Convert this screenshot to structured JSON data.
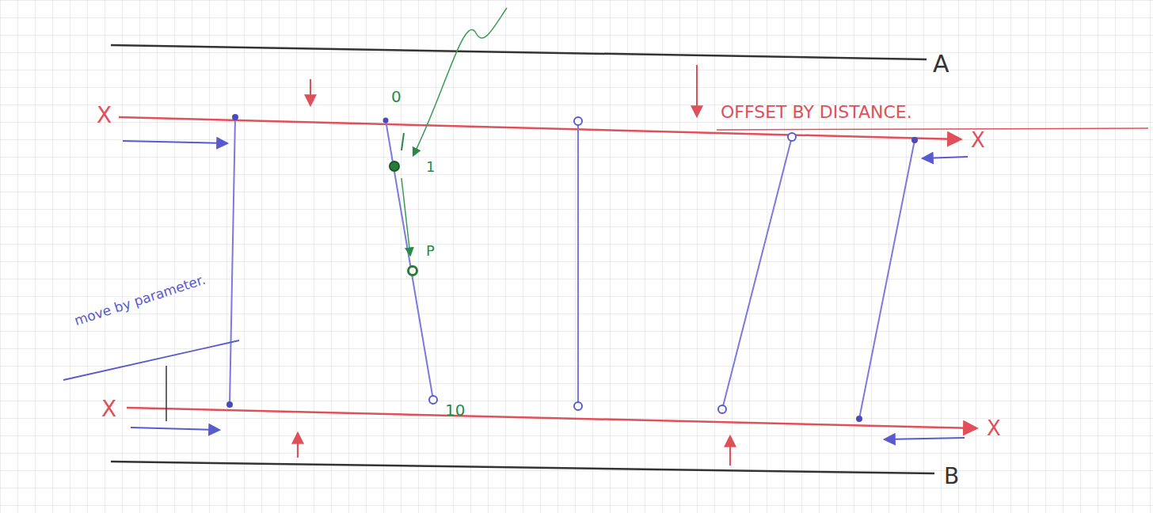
{
  "diagram": {
    "labels": [
      "A",
      "B",
      "X",
      "X",
      "X",
      "X",
      "OFFSET BY DISTANCE.",
      "move by parameter.",
      "0",
      "1",
      "P",
      "10"
    ]
  }
}
